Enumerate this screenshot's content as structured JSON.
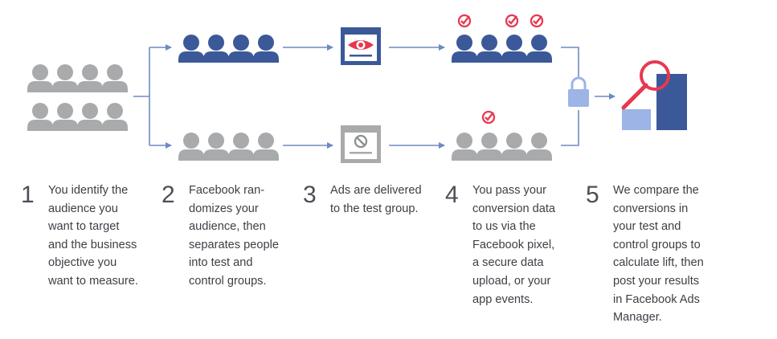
{
  "colors": {
    "blue": "#3b5998",
    "gray": "#a9aaac",
    "arrow": "#6d8ac3",
    "red": "#e8384f",
    "light_blue": "#9cb4e6",
    "text": "#3c3f45"
  },
  "icons": {
    "audience": "people-group-icon",
    "test_group": "people-group-icon",
    "control_group": "people-group-icon",
    "ad_delivered": "eye-ad-icon",
    "ad_blocked": "blocked-ad-icon",
    "conversion": "checkmark-icon",
    "secure": "lock-icon",
    "results": "magnifier-chart-icon"
  },
  "steps": [
    {
      "number": "1",
      "text": "You identify the\naudience you\nwant to target\nand the business\nobjective you\nwant to measure."
    },
    {
      "number": "2",
      "text": "Facebook ran-\ndomizes your\naudience, then\nseparates people\ninto test and\ncontrol groups."
    },
    {
      "number": "3",
      "text": "Ads are delivered\nto the test group."
    },
    {
      "number": "4",
      "text": "You pass your\nconversion data\nto us via the\nFacebook pixel,\na secure data\nupload, or your\napp events."
    },
    {
      "number": "5",
      "text": "We compare the\nconversions in\nyour test and\ncontrol groups to\ncalculate lift, then\npost your results\nin Facebook Ads\nManager."
    }
  ]
}
